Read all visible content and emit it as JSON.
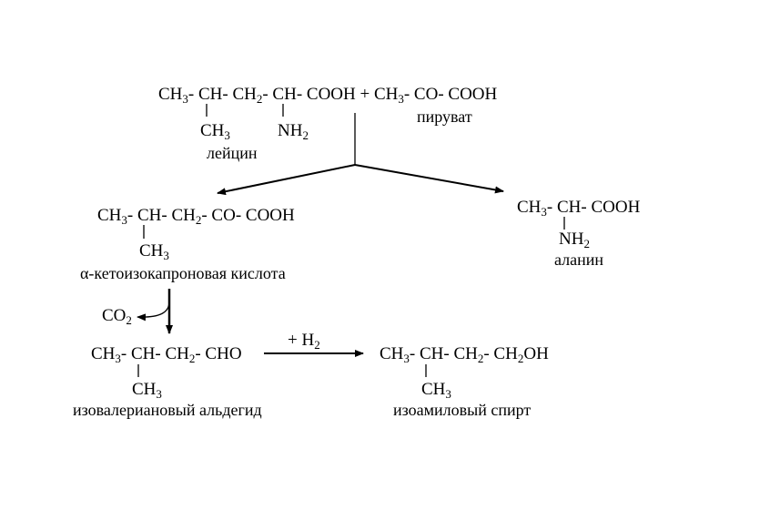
{
  "leucine": {
    "chain": [
      "CH",
      "3",
      "- CH- CH",
      "2",
      "- CH- COOH + CH",
      "3",
      "- CO- COOH"
    ],
    "branch1": [
      "CH",
      "3"
    ],
    "branch2": [
      "NH",
      "2"
    ],
    "name": "лейцин"
  },
  "pyruvate": {
    "name": "пируват"
  },
  "ketoacid": {
    "chain": [
      "CH",
      "3",
      "- CH- CH",
      "2",
      "- CO- COOH"
    ],
    "branch": [
      "CH",
      "3"
    ],
    "name": "α-кетоизокапроновая кислота"
  },
  "alanine": {
    "chain": [
      "CH",
      "3",
      "- CH- COOH"
    ],
    "branch": [
      "NH",
      "2"
    ],
    "name": "аланин"
  },
  "co2": [
    "CO",
    "2"
  ],
  "hydrogenation": [
    "+ H",
    "2"
  ],
  "aldehyde": {
    "chain": [
      "CH",
      "3",
      "- CH- CH",
      "2",
      "- CHO"
    ],
    "branch": [
      "CH",
      "3"
    ],
    "name": "изовалериановый альдегид"
  },
  "alcohol": {
    "chain": [
      "CH",
      "3",
      "- CH- CH",
      "2",
      "- CH",
      "2",
      "OH"
    ],
    "branch": [
      "CH",
      "3"
    ],
    "name": "изоамиловый спирт"
  }
}
